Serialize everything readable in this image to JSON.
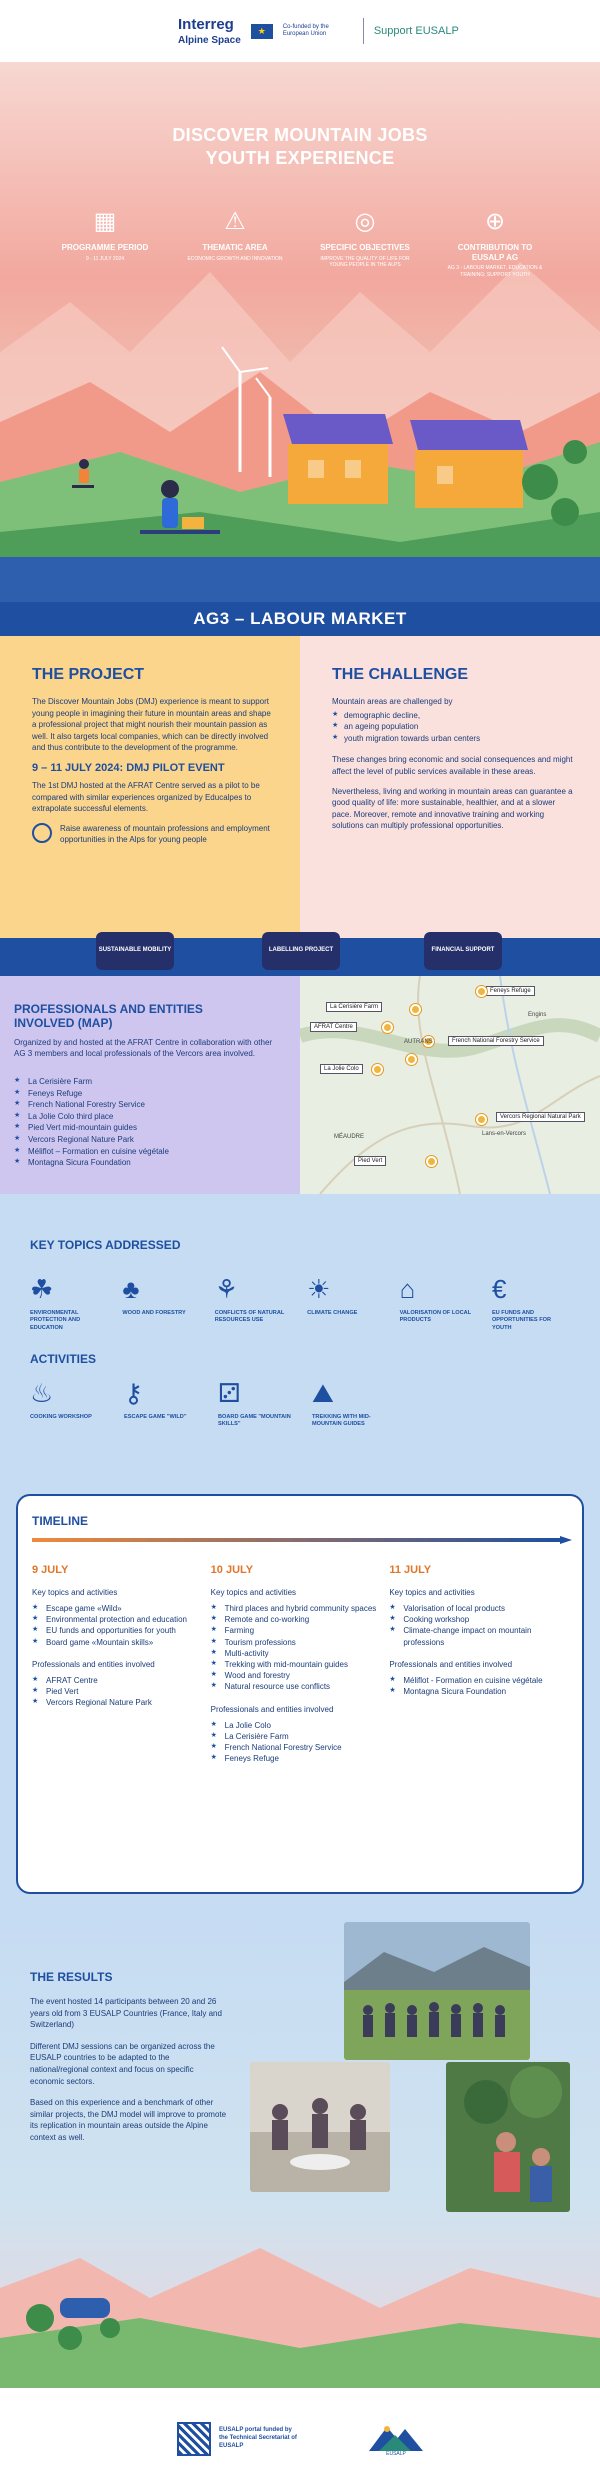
{
  "header": {
    "brand": "Interreg",
    "brand_sub": "Alpine Space",
    "eu_text": "Co-funded by the European Union",
    "support": "Support EUSALP"
  },
  "hero": {
    "title_line1": "DISCOVER MOUNTAIN JOBS",
    "title_line2": "YOUTH EXPERIENCE",
    "cards": [
      {
        "title": "PROGRAMME PERIOD",
        "text": "9 - 11 JULY 2024",
        "icon": "calendar-icon"
      },
      {
        "title": "THEMATIC AREA",
        "text": "ECONOMIC GROWTH AND INNOVATION",
        "icon": "alert-icon"
      },
      {
        "title": "SPECIFIC OBJECTIVES",
        "text": "IMPROVE THE QUALITY OF LIFE FOR YOUNG PEOPLE IN THE ALPS",
        "icon": "target-icon"
      },
      {
        "title": "CONTRIBUTION TO EUSALP AG",
        "text": "AG 3 - LABOUR MARKET, EDUCATION & TRAINING; SUPPORT YOUTH",
        "icon": "plus-circle-icon"
      }
    ]
  },
  "ag3": "AG3 – LABOUR MARKET",
  "project": {
    "title": "THE PROJECT",
    "p1": "The Discover Mountain Jobs (DMJ) experience is meant to support young people in imagining their future in mountain areas and shape a professional project that might nourish their mountain passion as well. It also targets local companies, which can be directly involved and thus contribute to the development of the programme.",
    "subtitle": "9 – 11 JULY 2024: DMJ PILOT EVENT",
    "p2": "The 1st DMJ hosted at the AFRAT Centre served as a pilot to be compared with similar experiences organized by Educalpes to extrapolate successful elements.",
    "goal": "Raise awareness of mountain professions and employment opportunities in the Alps for young people"
  },
  "challenge": {
    "title": "THE CHALLENGE",
    "intro": "Mountain areas are challenged by",
    "items": [
      "demographic decline,",
      "an ageing population",
      "youth migration towards urban centers"
    ],
    "p1": "These changes bring economic and social consequences and might affect the level of public services available in these areas.",
    "p2": "Nevertheless, living and working in mountain areas can guarantee a good quality of life: more sustainable, healthier, and at a slower pace. Moreover, remote and innovative training and working solutions can multiply professional opportunities."
  },
  "badges": [
    "SUSTAINABLE MOBILITY",
    "LABELLING PROJECT",
    "FINANCIAL SUPPORT"
  ],
  "partners": {
    "title_line1": "PROFESSIONALS AND ENTITIES",
    "title_line2": "INVOLVED (MAP)",
    "text": "Organized by and hosted at the AFRAT Centre in collaboration with other AG 3 members and local professionals of the Vercors area involved.",
    "items": [
      "La Cerisière Farm",
      "Feneys Refuge",
      "French National Forestry Service",
      "La Jolie Colo third place",
      "Pied Vert mid-mountain guides",
      "Vercors Regional Nature Park",
      "Méliflot – Formation en cuisine végétale",
      "Montagna Sicura Foundation"
    ]
  },
  "map": {
    "labels": [
      "La Cerisière Farm",
      "AFRAT Centre",
      "La Jolie Colo",
      "Feneys Refuge",
      "French National Forestry Service",
      "Vercors Regional Natural Park",
      "Pied Vert"
    ],
    "towns": [
      "Engins",
      "AUTRANS",
      "Lans-en-Vercors",
      "MÉAUDRE"
    ]
  },
  "topics": {
    "title": "KEY TOPICS ADDRESSED",
    "items": [
      {
        "label": "ENVIRONMENTAL PROTECTION AND EDUCATION",
        "icon": "hands-leaf-icon"
      },
      {
        "label": "WOOD AND FORESTRY",
        "icon": "trees-icon"
      },
      {
        "label": "CONFLICTS OF NATURAL RESOURCES USE",
        "icon": "hand-plant-icon"
      },
      {
        "label": "CLIMATE CHANGE",
        "icon": "thermometer-icon"
      },
      {
        "label": "VALORISATION OF LOCAL PRODUCTS",
        "icon": "shop-icon"
      },
      {
        "label": "EU FUNDS AND OPPORTUNITIES FOR YOUTH",
        "icon": "money-icon"
      }
    ],
    "activities_title": "ACTIVITIES",
    "activities": [
      {
        "label": "COOKING WORKSHOP",
        "icon": "chef-hat-icon"
      },
      {
        "label": "ESCAPE GAME \"WILD\"",
        "icon": "key-icon"
      },
      {
        "label": "BOARD GAME \"MOUNTAIN SKILLS\"",
        "icon": "boardgame-icon"
      },
      {
        "label": "TREKKING WITH MID-MOUNTAIN GUIDES",
        "icon": "hiker-icon"
      }
    ]
  },
  "timeline": {
    "title": "TIMELINE",
    "days": [
      {
        "day": "9 JULY",
        "key_title": "Key topics and activities",
        "key": [
          "Escape game «Wild»",
          "Environmental protection and education",
          "EU funds and opportunities for youth",
          "Board game «Mountain skills»"
        ],
        "pro_title": "Professionals and entities involved",
        "pro": [
          "AFRAT Centre",
          "Pied Vert",
          "Vercors Regional Nature Park"
        ]
      },
      {
        "day": "10 JULY",
        "key_title": "Key topics and activities",
        "key": [
          "Third places and hybrid community spaces",
          "Remote and co-working",
          "Farming",
          "Tourism professions",
          "Multi-activity",
          "Trekking with mid-mountain guides",
          "Wood and forestry",
          "Natural resource use conflicts"
        ],
        "pro_title": "Professionals and entities involved",
        "pro": [
          "La Jolie Colo",
          "La Cerisière Farm",
          "French National Forestry Service",
          "Feneys Refuge"
        ]
      },
      {
        "day": "11 JULY",
        "key_title": "Key topics and activities",
        "key": [
          "Valorisation of local products",
          "Cooking workshop",
          "Climate-change impact on mountain professions"
        ],
        "pro_title": "Professionals and entities involved",
        "pro": [
          "Méliflot - Formation en cuisine végétale",
          "Montagna Sicura Foundation"
        ]
      }
    ]
  },
  "results": {
    "title": "THE RESULTS",
    "p1": "The event hosted 14 participants between 20 and 26 years old from 3 EUSALP Countries (France, Italy and Switzerland)",
    "p2": "Different DMJ sessions can be organized across the EUSALP countries to be adapted to the national/regional context and focus on specific economic sectors.",
    "p3": "Based on this experience and a benchmark of other similar projects, the DMJ model will improve to promote its replication in mountain areas outside the Alpine context as well."
  },
  "footer": {
    "text": "EUSALP portal funded by the Technical Secretariat of EUSALP",
    "logo_text": "EUSALP"
  }
}
